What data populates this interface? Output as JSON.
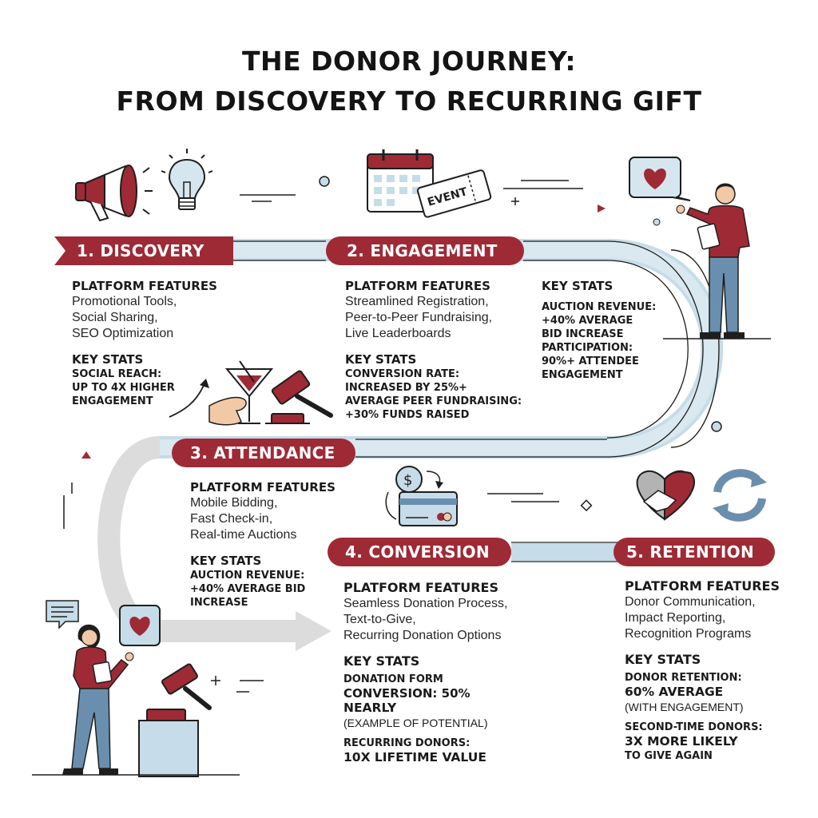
{
  "title": {
    "line1": "THE DONOR JOURNEY:",
    "line2": "FROM DISCOVERY TO RECURRING GIFT"
  },
  "colors": {
    "accent": "#9e2a36",
    "path": "#c6dce8",
    "path_gray": "#dcdcdc",
    "ink": "#1e1e1e",
    "skin": "#f2c9a6"
  },
  "icons": {
    "event_ticket_text": "EVENT"
  },
  "stages": [
    {
      "label": "1. DISCOVERY",
      "features_heading": "PLATFORM FEATURES",
      "features": [
        "Promotional Tools,",
        "Social Sharing,",
        "SEO Optimization"
      ],
      "stats_heading": "KEY STATS",
      "stats": [
        "SOCIAL REACH:",
        "UP TO 4X HIGHER",
        "ENGAGEMENT"
      ]
    },
    {
      "label": "2. ENGAGEMENT",
      "features_heading": "PLATFORM FEATURES",
      "features": [
        "Streamlined Registration,",
        "Peer-to-Peer Fundraising,",
        "Live Leaderboards"
      ],
      "stats_heading": "KEY STATS",
      "stats": [
        "CONVERSION RATE:",
        "INCREASED BY 25%+",
        "AVERAGE PEER FUNDRAISING:",
        "+30% FUNDS RAISED"
      ],
      "side_stats_heading": "KEY STATS",
      "side_stats": [
        "AUCTION REVENUE:",
        "+40% AVERAGE",
        "BID INCREASE",
        "PARTICIPATION:",
        "90%+ ATTENDEE",
        "ENGAGEMENT"
      ]
    },
    {
      "label": "3. ATTENDANCE",
      "features_heading": "PLATFORM FEATURES",
      "features": [
        "Mobile Bidding,",
        "Fast Check-in,",
        "Real-time Auctions"
      ],
      "stats_heading": "KEY STATS",
      "stats": [
        "AUCTION REVENUE:",
        "+40% AVERAGE BID",
        "INCREASE"
      ]
    },
    {
      "label": "4. CONVERSION",
      "features_heading": "PLATFORM FEATURES",
      "features": [
        "Seamless Donation Process,",
        "Text-to-Give,",
        "Recurring Donation Options"
      ],
      "stats_heading": "KEY STATS",
      "stat1": [
        "DONATION FORM",
        "CONVERSION: 50%"
      ],
      "stat1_big": "NEARLY",
      "stat1_note": "(EXAMPLE OF POTENTIAL)",
      "stat2_label": "RECURRING DONORS:",
      "stat2_big": "10X LIFETIME VALUE"
    },
    {
      "label": "5. RETENTION",
      "features_heading": "PLATFORM FEATURES",
      "features": [
        "Donor Communication,",
        "Impact Reporting,",
        "Recognition Programs"
      ],
      "stats_heading": "KEY STATS",
      "stat1_label": "DONOR RETENTION:",
      "stat1_big": "60% AVERAGE",
      "stat1_note": "(WITH ENGAGEMENT)",
      "stat2_label": "SECOND-TIME DONORS:",
      "stat2_big": "3X MORE LIKELY",
      "stat2_tail": "TO GIVE AGAIN"
    }
  ]
}
